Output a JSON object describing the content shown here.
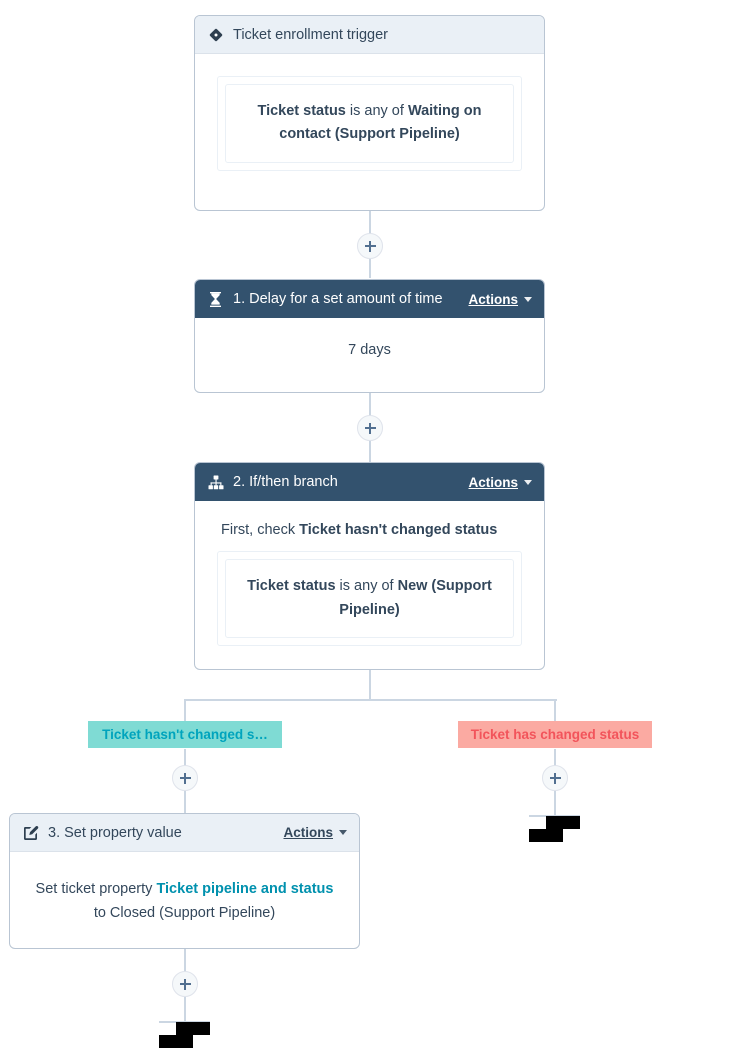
{
  "workflow": {
    "trigger": {
      "header_title": "Ticket enrollment trigger",
      "icon": "diamond-filter-icon",
      "filter_prefix": "Ticket status",
      "filter_mid": " is any of ",
      "filter_value": "Waiting on contact (Support Pipeline)"
    },
    "steps": [
      {
        "id": "delay",
        "icon": "hourglass-icon",
        "header_title": "1. Delay for a set amount of time",
        "actions_label": "Actions",
        "body_text": "7 days"
      },
      {
        "id": "branch",
        "icon": "sitemap-icon",
        "header_title": "2. If/then branch",
        "actions_label": "Actions",
        "lead_prefix": "First, check ",
        "lead_bold": "Ticket hasn't changed status",
        "filter_prefix": "Ticket status",
        "filter_mid": " is any of ",
        "filter_value": "New (Support Pipeline)"
      },
      {
        "id": "set-property",
        "icon": "edit-pencil-icon",
        "header_title": "3. Set property value",
        "actions_label": "Actions",
        "prop_prefix": "Set ticket property ",
        "prop_link": "Ticket pipeline and status",
        "prop_suffix": " to Closed (Support Pipeline)"
      }
    ],
    "branches": [
      {
        "id": "true-branch",
        "label": "Ticket hasn't changed s…",
        "tone": "true"
      },
      {
        "id": "false-branch",
        "label": "Ticket has changed status",
        "tone": "false"
      }
    ],
    "add_buttons": [
      {
        "id": "add-step-after-trigger"
      },
      {
        "id": "add-step-after-delay"
      },
      {
        "id": "add-step-true-branch"
      },
      {
        "id": "add-step-false-branch"
      },
      {
        "id": "add-step-after-set-property"
      }
    ],
    "end_markers": [
      {
        "id": "end-of-false-branch"
      },
      {
        "id": "end-of-true-branch"
      }
    ],
    "colors": {
      "card_header_dark": "#33526e",
      "card_header_light": "#eaf0f6",
      "connector": "#cbd6e2",
      "branch_true_bg": "#7fdbd4",
      "branch_true_text": "#00a4bd",
      "branch_false_bg": "#fbaaa2",
      "branch_false_text": "#f2545b",
      "link": "#0091ae",
      "text": "#33475b"
    }
  }
}
